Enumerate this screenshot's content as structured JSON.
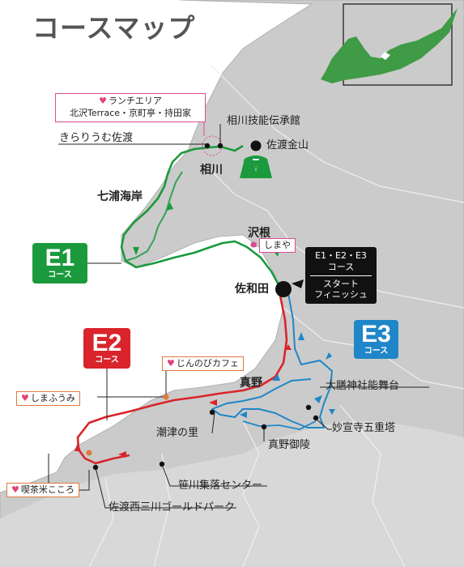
{
  "title": "コースマップ",
  "courses": {
    "e1": {
      "code": "E1",
      "sub": "コース",
      "color": "#1a9a3c"
    },
    "e2": {
      "code": "E2",
      "sub": "コース",
      "color": "#d9242b"
    },
    "e3": {
      "code": "E3",
      "sub": "コース",
      "color": "#1f86c8"
    }
  },
  "start_box": {
    "courses": "E1・E2・E3",
    "sub": "コース",
    "line1": "スタート",
    "line2": "フィニッシュ"
  },
  "lunch_area": {
    "title": "ランチエリア",
    "venues": "北沢Terrace・京町亭・持田家"
  },
  "places": {
    "aikawa_museum": "相川技能伝承館",
    "kirarium": "きらりうむ佐渡",
    "sado_kinzan": "佐渡金山",
    "aikawa": "相川",
    "nanaura": "七浦海岸",
    "sawane": "沢根",
    "shimaya": "しまや",
    "sawata": "佐和田",
    "jinnobi": "じんのびカフェ",
    "mano": "真野",
    "shimafuumi": "しまふうみ",
    "daizen": "大膳神社能舞台",
    "myosenji": "妙宣寺五重塔",
    "shiotsu": "潮津の里",
    "mano_goryo": "真野御陵",
    "kissa": "喫茶米こころ",
    "sasagawa": "笹川集落センター",
    "golden_park": "佐渡西三川ゴールドパーク"
  },
  "colors": {
    "sea": "#ffffff",
    "land": "#c9c9c9",
    "land_light": "#d9d9d9",
    "coast": "#b5b5b5",
    "inset_island": "#3f9b45"
  }
}
